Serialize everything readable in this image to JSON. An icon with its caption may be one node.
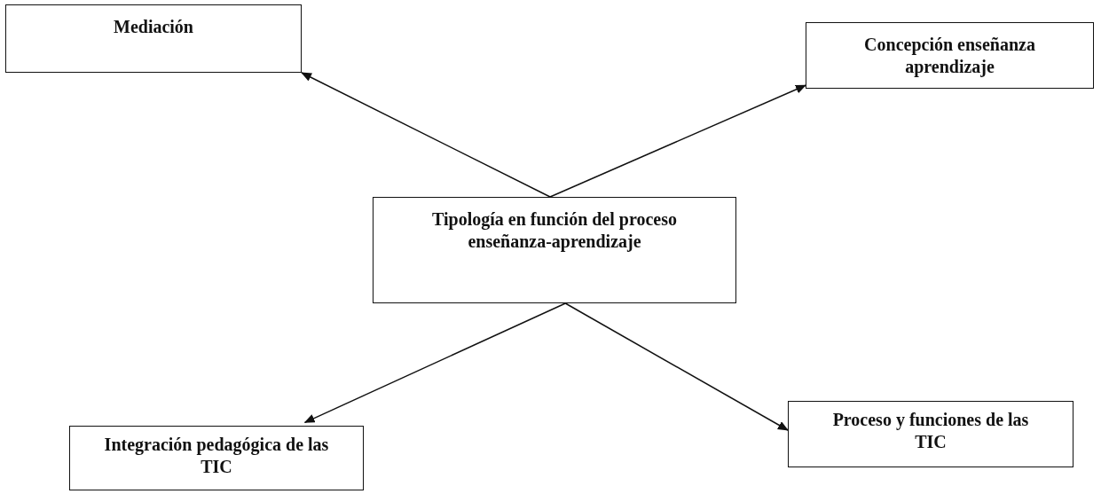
{
  "diagram": {
    "nodes": [
      {
        "text": [
          "Mediación"
        ]
      },
      {
        "text": [
          "Concepción enseñanza aprendizaje"
        ]
      },
      {
        "text": [
          "Tipología en función del proceso enseñanza-aprendizaje"
        ]
      },
      {
        "text": [
          "Integración pedagógica de las TIC"
        ]
      },
      {
        "text": [
          "Proceso y funciones de las TIC"
        ]
      }
    ],
    "edges": [
      {
        "from": 2,
        "to": 0,
        "arrow": "to"
      },
      {
        "from": 2,
        "to": 1,
        "arrow": "to"
      },
      {
        "from": 2,
        "to": 3,
        "arrow": "to"
      },
      {
        "from": 2,
        "to": 4,
        "arrow": "to"
      }
    ]
  }
}
